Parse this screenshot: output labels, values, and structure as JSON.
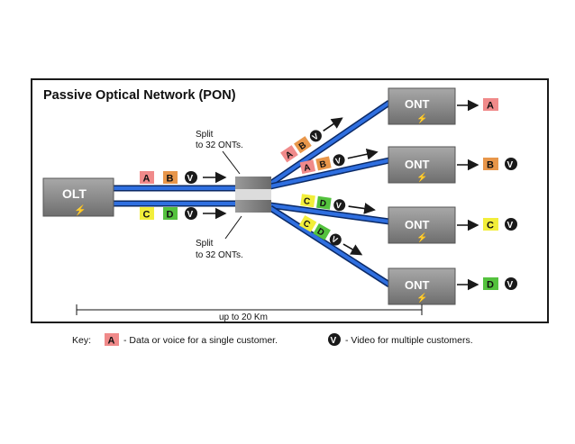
{
  "title": "Passive Optical Network (PON)",
  "olt_label": "OLT",
  "ont_label": "ONT",
  "split_label_line1": "Split",
  "split_label_line2": "to 32 ONTs.",
  "distance_label": "up to 20 Km",
  "key": {
    "label": "Key:",
    "data_badge": "A",
    "data_desc": "- Data or voice for a single customer.",
    "video_badge": "V",
    "video_desc": "- Video for multiple customers."
  },
  "badges": {
    "A": "A",
    "B": "B",
    "C": "C",
    "D": "D",
    "V": "V"
  },
  "colors": {
    "A": "#f08a8a",
    "B": "#e8964a",
    "C": "#f2ee3a",
    "D": "#54c23e",
    "V": "#1a1a1a",
    "fiber": "#1f5fd6",
    "box": "#8f8f8f"
  }
}
